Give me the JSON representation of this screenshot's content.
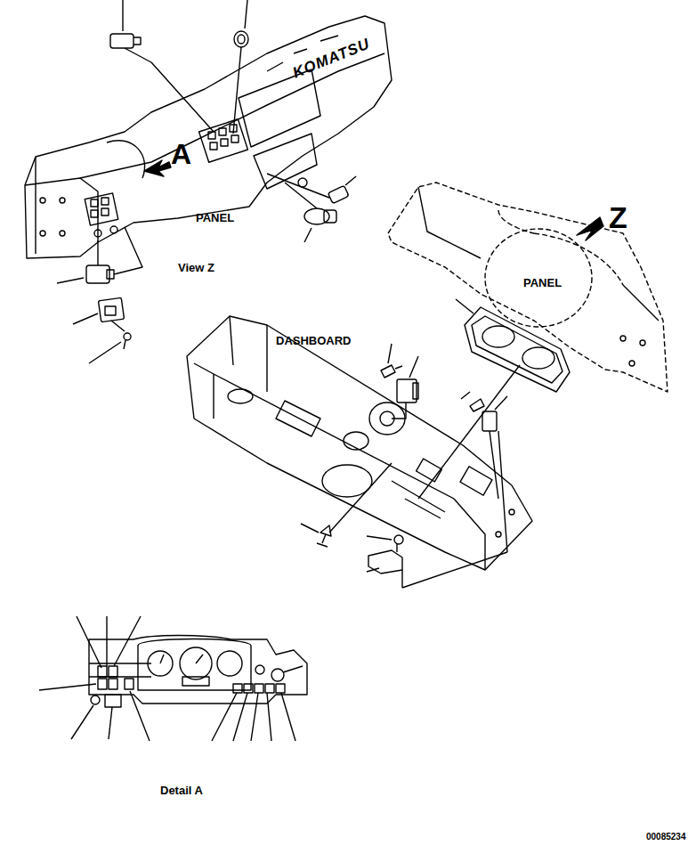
{
  "diagram": {
    "labels": [
      "KOMATSU",
      "A",
      "PANEL",
      "View Z",
      "Z",
      "PANEL",
      "DASHBOARD",
      "Detail A",
      "00085234"
    ]
  }
}
